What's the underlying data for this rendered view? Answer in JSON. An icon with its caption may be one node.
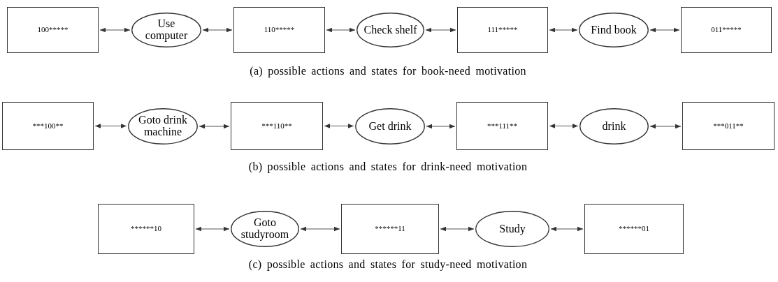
{
  "diagram": {
    "nodes": [
      {
        "text": [
          "100*****"
        ]
      },
      {
        "text": [
          "Use computer"
        ]
      },
      {
        "text": [
          "110*****"
        ]
      },
      {
        "text": [
          "Check shelf"
        ]
      },
      {
        "text": [
          "111*****"
        ]
      },
      {
        "text": [
          "Find book"
        ]
      },
      {
        "text": [
          "011*****"
        ]
      },
      {
        "text": [
          "***100**"
        ]
      },
      {
        "text": [
          "Goto drink machine"
        ]
      },
      {
        "text": [
          "***110**"
        ]
      },
      {
        "text": [
          "Get drink"
        ]
      },
      {
        "text": [
          "***111**"
        ]
      },
      {
        "text": [
          "drink"
        ]
      },
      {
        "text": [
          "***011**"
        ]
      },
      {
        "text": [
          "******10"
        ]
      },
      {
        "text": [
          "Goto studyroom"
        ]
      },
      {
        "text": [
          "******11"
        ]
      },
      {
        "text": [
          "Study"
        ]
      },
      {
        "text": [
          "******01"
        ]
      }
    ],
    "edges": [
      {
        "from": 0,
        "to": 1,
        "arrow": "both"
      },
      {
        "from": 1,
        "to": 2,
        "arrow": "both"
      },
      {
        "from": 2,
        "to": 3,
        "arrow": "both"
      },
      {
        "from": 3,
        "to": 4,
        "arrow": "both"
      },
      {
        "from": 4,
        "to": 5,
        "arrow": "both"
      },
      {
        "from": 5,
        "to": 6,
        "arrow": "both"
      },
      {
        "from": 7,
        "to": 8,
        "arrow": "both"
      },
      {
        "from": 8,
        "to": 9,
        "arrow": "both"
      },
      {
        "from": 9,
        "to": 10,
        "arrow": "both"
      },
      {
        "from": 10,
        "to": 11,
        "arrow": "both"
      },
      {
        "from": 11,
        "to": 12,
        "arrow": "both"
      },
      {
        "from": 12,
        "to": 13,
        "arrow": "both"
      },
      {
        "from": 14,
        "to": 15,
        "arrow": "both"
      },
      {
        "from": 15,
        "to": 16,
        "arrow": "both"
      },
      {
        "from": 16,
        "to": 17,
        "arrow": "both"
      },
      {
        "from": 17,
        "to": 18,
        "arrow": "both"
      }
    ],
    "labels": [
      "(a) possible actions and states for book-need motivation",
      "(b) possible actions and states for drink-need motivation",
      "(c) possible actions and states for study-need motivation"
    ]
  }
}
